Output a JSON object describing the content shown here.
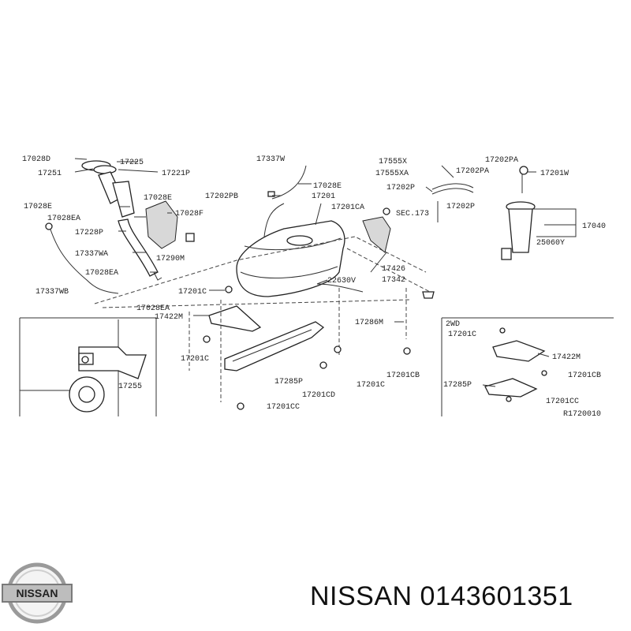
{
  "diagram": {
    "labels": [
      {
        "id": "17028d",
        "text": "17028D"
      },
      {
        "id": "17225",
        "text": "17225"
      },
      {
        "id": "17251",
        "text": "17251"
      },
      {
        "id": "17221p",
        "text": "17221P"
      },
      {
        "id": "17337w",
        "text": "17337W"
      },
      {
        "id": "17028e-top",
        "text": "17028E"
      },
      {
        "id": "17202pb",
        "text": "17202PB"
      },
      {
        "id": "17201",
        "text": "17201"
      },
      {
        "id": "17028e-mid",
        "text": "17028E"
      },
      {
        "id": "17028e-left",
        "text": "17028E"
      },
      {
        "id": "17028ea-top",
        "text": "17028EA"
      },
      {
        "id": "17028f",
        "text": "17028F"
      },
      {
        "id": "17228p",
        "text": "17228P"
      },
      {
        "id": "17337wa",
        "text": "17337WA"
      },
      {
        "id": "17290m",
        "text": "17290M"
      },
      {
        "id": "17028ea-mid",
        "text": "17028EA"
      },
      {
        "id": "17337wb",
        "text": "17337WB"
      },
      {
        "id": "17201ca",
        "text": "17201CA"
      },
      {
        "id": "sec173",
        "text": "SEC.173"
      },
      {
        "id": "17555x",
        "text": "17555X"
      },
      {
        "id": "17555xa",
        "text": "17555XA"
      },
      {
        "id": "17202p-a",
        "text": "17202P"
      },
      {
        "id": "17202pa-r",
        "text": "17202PA"
      },
      {
        "id": "17202pa-l",
        "text": "17202PA"
      },
      {
        "id": "17201w",
        "text": "17201W"
      },
      {
        "id": "17202p-b",
        "text": "17202P"
      },
      {
        "id": "17040",
        "text": "17040"
      },
      {
        "id": "25060y",
        "text": "25060Y"
      },
      {
        "id": "17426",
        "text": "17426"
      },
      {
        "id": "17342",
        "text": "17342"
      },
      {
        "id": "22630v",
        "text": "22630V"
      },
      {
        "id": "17201c-1",
        "text": "17201C"
      },
      {
        "id": "17028ea-bot",
        "text": "17028EA"
      },
      {
        "id": "17422m",
        "text": "17422M"
      },
      {
        "id": "17286m",
        "text": "17286M"
      },
      {
        "id": "17201c-2",
        "text": "17201C"
      },
      {
        "id": "17201cb",
        "text": "17201CB"
      },
      {
        "id": "17255",
        "text": "17255"
      },
      {
        "id": "17285p",
        "text": "17285P"
      },
      {
        "id": "17201c-3",
        "text": "17201C"
      },
      {
        "id": "17201cd",
        "text": "17201CD"
      },
      {
        "id": "17201cc",
        "text": "17201CC"
      }
    ],
    "inset": {
      "title": "2WD",
      "labels": [
        {
          "id": "i-17201c",
          "text": "17201C"
        },
        {
          "id": "i-17422m",
          "text": "17422M"
        },
        {
          "id": "i-17201cb",
          "text": "17201CB"
        },
        {
          "id": "i-17285p",
          "text": "17285P"
        },
        {
          "id": "i-17201cc",
          "text": "17201CC"
        }
      ]
    },
    "ref_code": "R1720010"
  },
  "footer": {
    "logo_text": "NISSAN",
    "part_text": "NISSAN 0143601351"
  }
}
